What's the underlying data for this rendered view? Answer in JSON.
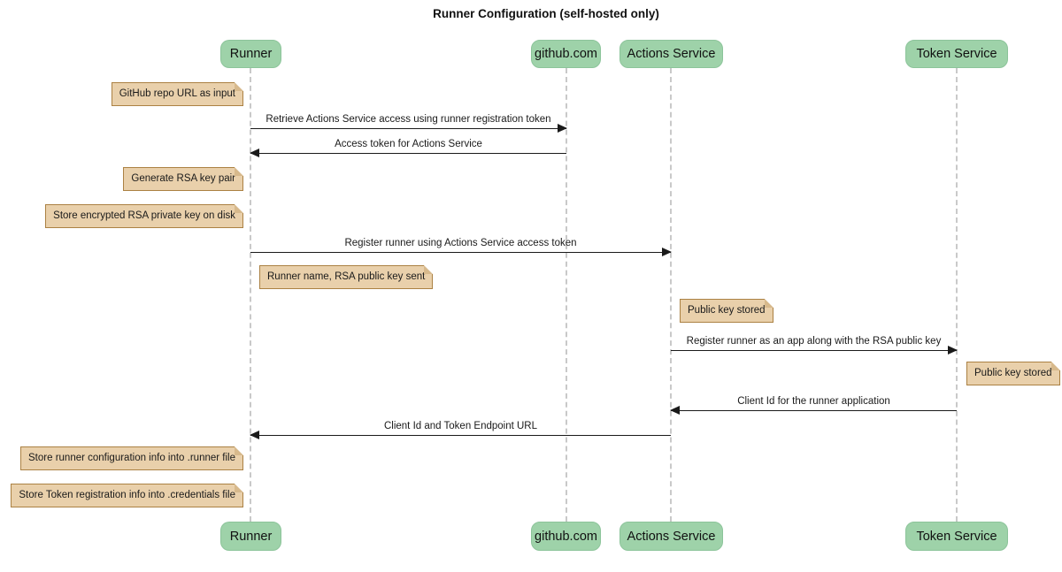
{
  "diagram": {
    "title": "Runner Configuration (self-hosted only)",
    "type": "sequence-diagram",
    "colors": {
      "actor_fill": "#9ed2a9",
      "actor_border": "#8cc49a",
      "note_fill": "#e9d0ab",
      "note_border": "#ab8143",
      "lifeline": "#c9c9c9",
      "arrow": "#1a1a1a"
    }
  },
  "actors": [
    {
      "label": "Runner"
    },
    {
      "label": "github.com"
    },
    {
      "label": "Actions Service"
    },
    {
      "label": "Token Service"
    }
  ],
  "messages": [
    {
      "from": "Runner",
      "to": "github.com",
      "text": "Retrieve Actions Service access using runner registration token"
    },
    {
      "from": "github.com",
      "to": "Runner",
      "text": "Access token for Actions Service"
    },
    {
      "from": "Runner",
      "to": "Actions Service",
      "text": "Register runner using Actions Service access token"
    },
    {
      "from": "Actions Service",
      "to": "Token Service",
      "text": "Register runner as an app along with the RSA public key"
    },
    {
      "from": "Token Service",
      "to": "Actions Service",
      "text": "Client Id for the runner application"
    },
    {
      "from": "Actions Service",
      "to": "Runner",
      "text": "Client Id and Token Endpoint URL"
    }
  ],
  "notes": [
    {
      "anchor": "Runner",
      "side": "left",
      "text": "GitHub repo URL as input"
    },
    {
      "anchor": "Runner",
      "side": "left",
      "text": "Generate RSA key pair"
    },
    {
      "anchor": "Runner",
      "side": "left",
      "text": "Store encrypted RSA private key on disk"
    },
    {
      "anchor": "Runner",
      "side": "right",
      "text": "Runner name, RSA public key sent"
    },
    {
      "anchor": "Actions Service",
      "side": "right",
      "text": "Public key stored"
    },
    {
      "anchor": "Token Service",
      "side": "right",
      "text": "Public key stored"
    },
    {
      "anchor": "Runner",
      "side": "left",
      "text": "Store runner configuration info into .runner file"
    },
    {
      "anchor": "Runner",
      "side": "left",
      "text": "Store Token registration info into .credentials file"
    }
  ]
}
